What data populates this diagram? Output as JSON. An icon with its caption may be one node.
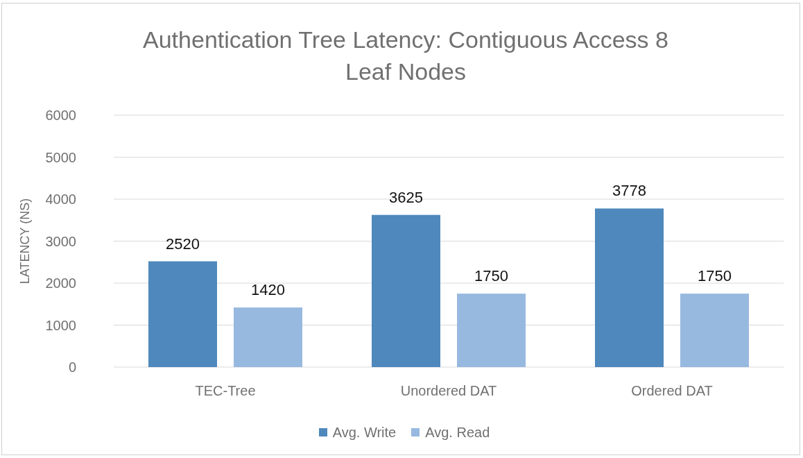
{
  "diagram": {
    "chart_data": {
      "type": "bar",
      "title": "Authentication Tree Latency: Contiguous Access 8 Leaf Nodes",
      "ylabel": "LATENCY (NS)",
      "categories": [
        "TEC-Tree",
        "Unordered DAT",
        "Ordered DAT"
      ],
      "series": [
        {
          "name": "Avg. Write",
          "color": "#4f88bc",
          "values": [
            2520,
            3625,
            3778
          ]
        },
        {
          "name": "Avg. Read",
          "color": "#98b9df",
          "values": [
            1420,
            1750,
            1750
          ]
        }
      ],
      "grid": true,
      "ylim": [
        0,
        6000
      ],
      "yticks": [
        0,
        1000,
        2000,
        3000,
        4000,
        5000,
        6000
      ],
      "data_labels": true
    }
  }
}
